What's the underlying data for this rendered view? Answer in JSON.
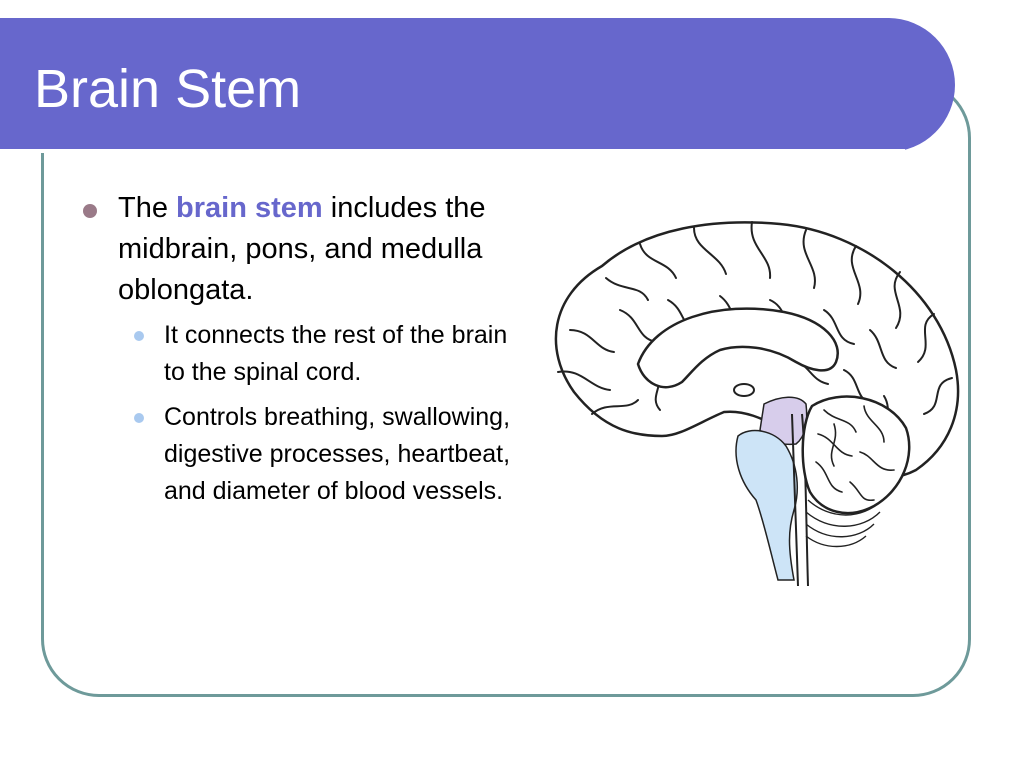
{
  "slide": {
    "title": "Brain Stem",
    "bullets": [
      {
        "text_before": "The",
        "highlight": "brain stem",
        "text_after": "includes the midbrain, pons, and medulla oblongata.",
        "sub_bullets": [
          "It connects the rest of the brain to the spinal cord.",
          "Controls breathing, swallowing, digestive processes, heartbeat, and diameter of blood vessels."
        ]
      }
    ]
  },
  "colors": {
    "title_bar": "#6767cc",
    "highlight": "#6767cc",
    "frame_border": "#6e9a9a",
    "bullet_l1": "#9a7a88",
    "bullet_l2": "#a9c9ef",
    "brainstem_fill": "#cde4f7",
    "midbrain_fill": "#d7cdeb"
  },
  "illustration": {
    "icon": "brain-sagittal-section-icon"
  }
}
